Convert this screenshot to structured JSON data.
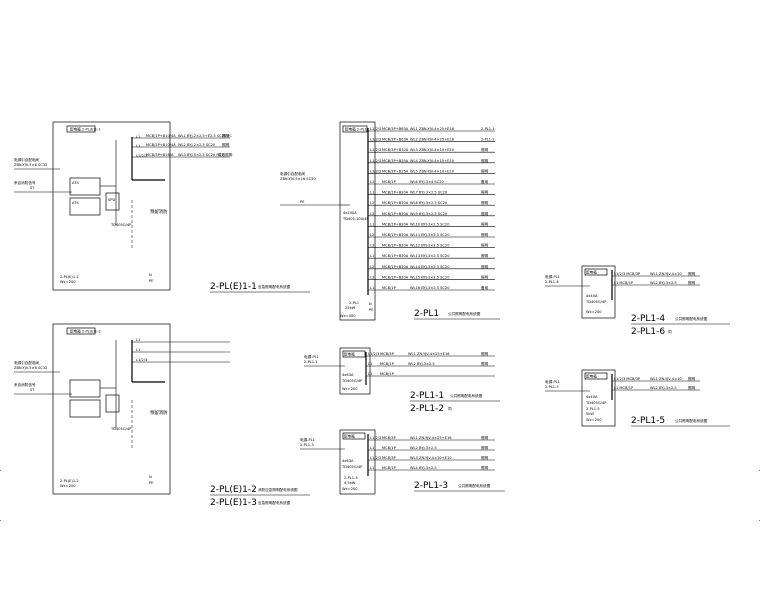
{
  "panels": {
    "pe1_1": {
      "title": "2-PL(E)1-1",
      "subtitle": "应急照明配电系统图",
      "feeders": [
        {
          "phase": "L1",
          "breaker": "MCB/1P+B10/4A",
          "cable": "WL1 BYJ-2×2.5+E2.5 SC20 FC",
          "load": "照明"
        },
        {
          "phase": "L1",
          "breaker": "MCB/1P+B10/4A",
          "cable": "WL2 BYJ-2×2.5 SC20",
          "load": "照明"
        },
        {
          "phase": "L1/2/3",
          "breaker": "MCB/3P+B16/A",
          "cable": "WL3 BYJ-5×2.5 SC20 FC",
          "load": "疏散照明"
        }
      ]
    },
    "pe1_2": {
      "title": "2-PL(E)1-2",
      "subtitle": "消防应急照明配电系统图",
      "title2": "2-PL(E)1-3",
      "subtitle2": "应急照明配电系统图"
    },
    "pl1": {
      "title": "2-PL1",
      "subtitle": "公共照明配电系统图",
      "feeders": [
        {
          "phase": "L1/2/3",
          "breaker": "MCB/3P+B63A",
          "cable": "WL1 ZBN-YJV-4×25+E16",
          "load": "2-PL1-1"
        },
        {
          "phase": "L1/2/3",
          "breaker": "MCB/3P+B63A",
          "cable": "WL2 ZBN-YJV-4×25+E16",
          "load": "2-PL1-2"
        },
        {
          "phase": "L1/2/3",
          "breaker": "MCB/3P+B32A",
          "cable": "WL3 ZBN-YJV-4×10+E10",
          "load": "照明"
        },
        {
          "phase": "L1/2/3",
          "breaker": "MCB/3P+B25A",
          "cable": "WL4 ZBN-YJV-4×10+E10",
          "load": "照明"
        },
        {
          "phase": "L1/2/3",
          "breaker": "MCB/3P+B25A",
          "cable": "WL5 ZBN-YJV-4×10+E10",
          "load": "照明"
        },
        {
          "phase": "L1",
          "breaker": "MCB/1P",
          "cable": "WL6 BYJ-3×4 SC20",
          "load": "备用"
        },
        {
          "phase": "L1",
          "breaker": "MCB/1P+B20A",
          "cable": "WL7 BYJ-3×2.5 SC20",
          "load": "照明"
        },
        {
          "phase": "L2",
          "breaker": "MCB/1P+B20A",
          "cable": "WL8 BYJ-3×2.5 SC20",
          "load": "照明"
        },
        {
          "phase": "L3",
          "breaker": "MCB/1P+B20A",
          "cable": "WL9 BYJ-3×2.5 SC20",
          "load": "照明"
        },
        {
          "phase": "L1",
          "breaker": "MCB/1P+B20A",
          "cable": "WL10 BYJ-3×2.5 SC20",
          "load": "照明"
        },
        {
          "phase": "L2",
          "breaker": "MCB/1P+B20A",
          "cable": "WL11 BYJ-3×2.5 SC20",
          "load": "照明"
        },
        {
          "phase": "L3",
          "breaker": "MCB/1P+B20A",
          "cable": "WL12 BYJ-3×2.5 SC20",
          "load": "照明"
        },
        {
          "phase": "L1",
          "breaker": "MCB/1P+B20A",
          "cable": "WL13 BYJ-3×2.5 SC20",
          "load": "照明"
        },
        {
          "phase": "L2",
          "breaker": "MCB/1P+B20A",
          "cable": "WL14 BYJ-3×2.5 SC20",
          "load": "照明"
        },
        {
          "phase": "L3",
          "breaker": "MCB/1P+B20A",
          "cable": "WL15 BYJ-3×2.5 SC20",
          "load": "照明"
        },
        {
          "phase": "L1",
          "breaker": "MCB/1P",
          "cable": "WL16 BYJ-3×2.5 SC20",
          "load": "备用"
        }
      ]
    },
    "pl1_1": {
      "title": "2-PL1-1",
      "subtitle": "公共照明配电系统图",
      "title2": "2-PL1-2",
      "subtitle2": "同",
      "feeders": [
        {
          "phase": "L1/2/3",
          "breaker": "MCB/3P",
          "cable": "WL1 ZN-YJV-4×25+E16",
          "load": "照明"
        },
        {
          "phase": "L1",
          "breaker": "MCB/1P",
          "cable": "WL2 BYJ-3×2.5",
          "load": "照明"
        },
        {
          "phase": "L1",
          "breaker": "MCB/1P",
          "cable": "",
          "load": ""
        }
      ]
    },
    "pl1_3": {
      "title": "2-PL1-3",
      "subtitle": "公共照明配电系统图",
      "feeders": [
        {
          "phase": "L1/2/3",
          "breaker": "MCB/3P",
          "cable": "WL1 ZN-YJV-4×25+E16",
          "load": "照明"
        },
        {
          "phase": "L1",
          "breaker": "MCB/1P",
          "cable": "WL2 BYJ-3×2.5",
          "load": "照明"
        },
        {
          "phase": "L1/2/3",
          "breaker": "MCB/3P",
          "cable": "WL3 ZN-YJV-4×10+E10",
          "load": "照明"
        },
        {
          "phase": "L1",
          "breaker": "MCB/1P",
          "cable": "WL4 BYJ-3×2.5",
          "load": "照明"
        }
      ]
    },
    "pl1_4": {
      "title": "2-PL1-4",
      "subtitle": "公共照明配电系统图",
      "title2": "2-PL1-6",
      "subtitle2": "同"
    },
    "pl1_5": {
      "title": "2-PL1-5",
      "subtitle": "公共照明配电系统图"
    }
  }
}
